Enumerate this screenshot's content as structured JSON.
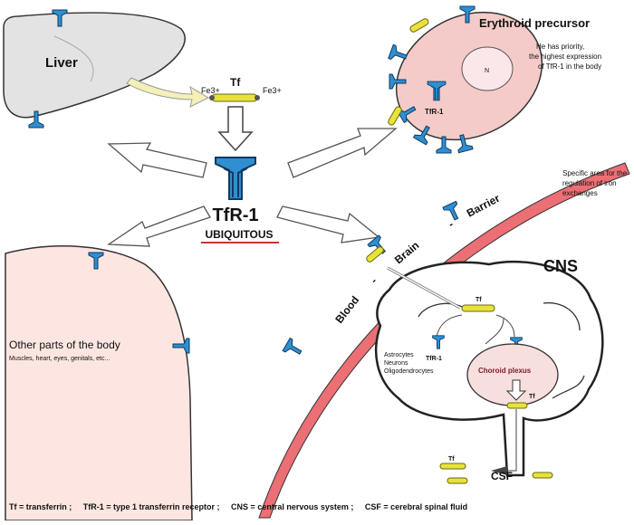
{
  "liver": {
    "label": "Liver"
  },
  "transferrin": {
    "label": "Tf",
    "iron_left": "Fe3+",
    "iron_right": "Fe3+"
  },
  "erythroid": {
    "title": "Erythroid precursor",
    "nucleus": "N",
    "receptor_label": "TfR-1",
    "note": [
      "He has priority,",
      "the highest expression",
      "of TfR-1 in the body"
    ]
  },
  "center": {
    "label": "TfR-1",
    "sublabel": "UBIQUITOUS"
  },
  "bbb": {
    "note": [
      "Specific area for the",
      "regulation of iron",
      "exchanges"
    ],
    "words": [
      "Blood",
      "-",
      "Brain",
      "-",
      "Barrier"
    ]
  },
  "body": {
    "title": "Other parts of the body",
    "subtitle": "Muscles, heart, eyes, genitals, etc..."
  },
  "cns": {
    "title": "CNS",
    "tf_top": "Tf",
    "receptor_label": "TfR-1",
    "cells": [
      "Astrocytes",
      "Neurons",
      "Oligodendrocytes"
    ],
    "choroid": "Choroid plexus",
    "tf_choroid": "Tf",
    "tf_csf": "Tf",
    "csf": "CSF"
  },
  "legend": "Tf = transferrin ;     TfR-1 = type 1 transferrin receptor ;     CNS = central nervous system ;     CSF = cerebral spinal fluid",
  "colors": {
    "receptor": "#2f8fd0",
    "receptor_dark": "#0c3a63",
    "tf": "#e8e23a",
    "barrier": "#ec6f75",
    "cell_fill": "#f4cbc8",
    "body_fill": "#fde6e2"
  }
}
